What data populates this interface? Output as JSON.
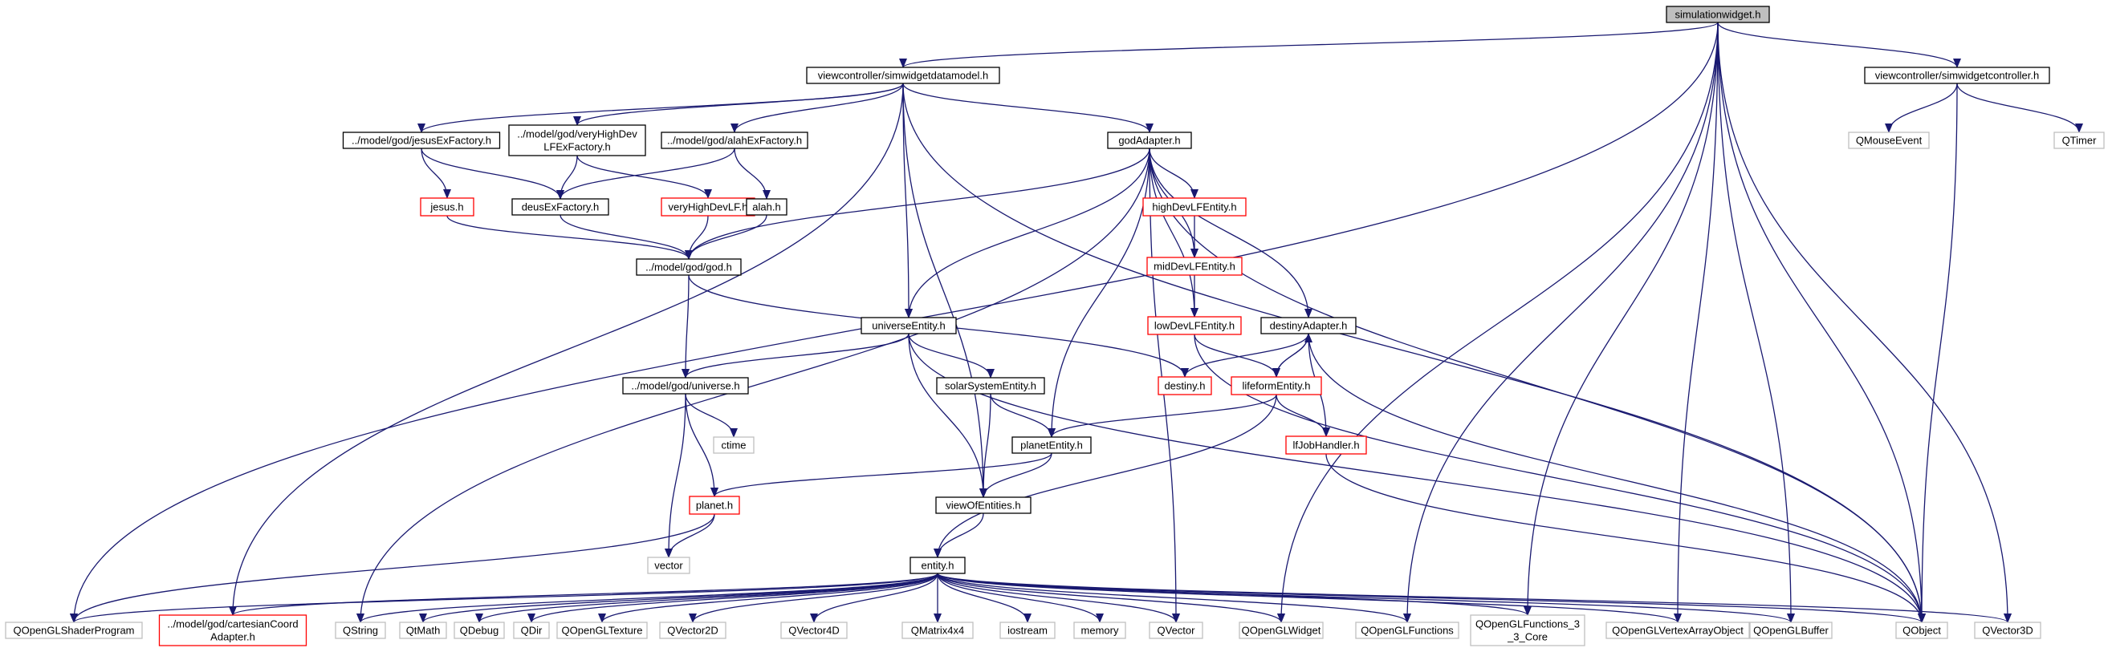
{
  "diagram": {
    "colors": {
      "edge": "#191970",
      "node_fill": "#ffffff",
      "root_fill": "#bfbfbf",
      "border_black": "#000000",
      "border_red": "#ff0000",
      "border_gray": "#bfbfbf"
    },
    "nodes": [
      {
        "id": "root",
        "lines": [
          "simulationwidget.h"
        ],
        "style": "root"
      },
      {
        "id": "datamodel",
        "lines": [
          "viewcontroller/simwidgetdatamodel.h"
        ],
        "style": "black"
      },
      {
        "id": "controller",
        "lines": [
          "viewcontroller/simwidgetcontroller.h"
        ],
        "style": "black"
      },
      {
        "id": "jesusEx",
        "lines": [
          "../model/god/jesusExFactory.h"
        ],
        "style": "black"
      },
      {
        "id": "veryHighEx",
        "lines": [
          "../model/god/veryHighDev",
          "LFExFactory.h"
        ],
        "style": "black"
      },
      {
        "id": "alahEx",
        "lines": [
          "../model/god/alahExFactory.h"
        ],
        "style": "black"
      },
      {
        "id": "godAdapter",
        "lines": [
          "godAdapter.h"
        ],
        "style": "black"
      },
      {
        "id": "QMouseEvent",
        "lines": [
          "QMouseEvent"
        ],
        "style": "gray"
      },
      {
        "id": "QTimer",
        "lines": [
          "QTimer"
        ],
        "style": "gray"
      },
      {
        "id": "jesus",
        "lines": [
          "jesus.h"
        ],
        "style": "red"
      },
      {
        "id": "deusEx",
        "lines": [
          "deusExFactory.h"
        ],
        "style": "black"
      },
      {
        "id": "veryHighDevLF",
        "lines": [
          "veryHighDevLF.h"
        ],
        "style": "red"
      },
      {
        "id": "alah",
        "lines": [
          "alah.h"
        ],
        "style": "black"
      },
      {
        "id": "highDevLF",
        "lines": [
          "highDevLFEntity.h"
        ],
        "style": "red"
      },
      {
        "id": "god",
        "lines": [
          "../model/god/god.h"
        ],
        "style": "black"
      },
      {
        "id": "midDevLF",
        "lines": [
          "midDevLFEntity.h"
        ],
        "style": "red"
      },
      {
        "id": "universeEntity",
        "lines": [
          "universeEntity.h"
        ],
        "style": "black"
      },
      {
        "id": "lowDevLF",
        "lines": [
          "lowDevLFEntity.h"
        ],
        "style": "red"
      },
      {
        "id": "destinyAdapter",
        "lines": [
          "destinyAdapter.h"
        ],
        "style": "black"
      },
      {
        "id": "universe",
        "lines": [
          "../model/god/universe.h"
        ],
        "style": "black"
      },
      {
        "id": "solarSystem",
        "lines": [
          "solarSystemEntity.h"
        ],
        "style": "black"
      },
      {
        "id": "destiny",
        "lines": [
          "destiny.h"
        ],
        "style": "red"
      },
      {
        "id": "lifeform",
        "lines": [
          "lifeformEntity.h"
        ],
        "style": "red"
      },
      {
        "id": "ctime",
        "lines": [
          "ctime"
        ],
        "style": "gray"
      },
      {
        "id": "planetEntity",
        "lines": [
          "planetEntity.h"
        ],
        "style": "black"
      },
      {
        "id": "lfJob",
        "lines": [
          "lfJobHandler.h"
        ],
        "style": "red"
      },
      {
        "id": "planet",
        "lines": [
          "planet.h"
        ],
        "style": "red"
      },
      {
        "id": "viewOfEntities",
        "lines": [
          "viewOfEntities.h"
        ],
        "style": "black"
      },
      {
        "id": "vector",
        "lines": [
          "vector"
        ],
        "style": "gray"
      },
      {
        "id": "entity",
        "lines": [
          "entity.h"
        ],
        "style": "black"
      },
      {
        "id": "QOpenGLShaderProgram",
        "lines": [
          "QOpenGLShaderProgram"
        ],
        "style": "gray"
      },
      {
        "id": "cartesian",
        "lines": [
          "../model/god/cartesianCoord",
          "Adapter.h"
        ],
        "style": "red"
      },
      {
        "id": "QString",
        "lines": [
          "QString"
        ],
        "style": "gray"
      },
      {
        "id": "QtMath",
        "lines": [
          "QtMath"
        ],
        "style": "gray"
      },
      {
        "id": "QDebug",
        "lines": [
          "QDebug"
        ],
        "style": "gray"
      },
      {
        "id": "QDir",
        "lines": [
          "QDir"
        ],
        "style": "gray"
      },
      {
        "id": "QOpenGLTexture",
        "lines": [
          "QOpenGLTexture"
        ],
        "style": "gray"
      },
      {
        "id": "QVector2D",
        "lines": [
          "QVector2D"
        ],
        "style": "gray"
      },
      {
        "id": "QVector4D",
        "lines": [
          "QVector4D"
        ],
        "style": "gray"
      },
      {
        "id": "QMatrix4x4",
        "lines": [
          "QMatrix4x4"
        ],
        "style": "gray"
      },
      {
        "id": "iostream",
        "lines": [
          "iostream"
        ],
        "style": "gray"
      },
      {
        "id": "memory",
        "lines": [
          "memory"
        ],
        "style": "gray"
      },
      {
        "id": "QVector",
        "lines": [
          "QVector"
        ],
        "style": "gray"
      },
      {
        "id": "QOpenGLWidget",
        "lines": [
          "QOpenGLWidget"
        ],
        "style": "gray"
      },
      {
        "id": "QOpenGLFunctions",
        "lines": [
          "QOpenGLFunctions"
        ],
        "style": "gray"
      },
      {
        "id": "QOpenGLFunctions_3_3",
        "lines": [
          "QOpenGLFunctions_3",
          "_3_Core"
        ],
        "style": "gray"
      },
      {
        "id": "QOpenGLVAO",
        "lines": [
          "QOpenGLVertexArrayObject"
        ],
        "style": "gray"
      },
      {
        "id": "QOpenGLBuffer",
        "lines": [
          "QOpenGLBuffer"
        ],
        "style": "gray"
      },
      {
        "id": "QObject",
        "lines": [
          "QObject"
        ],
        "style": "gray"
      },
      {
        "id": "QVector3D",
        "lines": [
          "QVector3D"
        ],
        "style": "gray"
      }
    ],
    "edges": [
      [
        "root",
        "datamodel"
      ],
      [
        "root",
        "controller"
      ],
      [
        "root",
        "QOpenGLShaderProgram"
      ],
      [
        "root",
        "QOpenGLWidget"
      ],
      [
        "root",
        "QOpenGLFunctions"
      ],
      [
        "root",
        "QOpenGLFunctions_3_3"
      ],
      [
        "root",
        "QOpenGLVAO"
      ],
      [
        "root",
        "QOpenGLBuffer"
      ],
      [
        "root",
        "QObject"
      ],
      [
        "root",
        "QVector3D"
      ],
      [
        "controller",
        "QMouseEvent"
      ],
      [
        "controller",
        "QTimer"
      ],
      [
        "controller",
        "QObject"
      ],
      [
        "datamodel",
        "jesusEx"
      ],
      [
        "datamodel",
        "veryHighEx"
      ],
      [
        "datamodel",
        "alahEx"
      ],
      [
        "datamodel",
        "godAdapter"
      ],
      [
        "datamodel",
        "universeEntity"
      ],
      [
        "datamodel",
        "viewOfEntities"
      ],
      [
        "datamodel",
        "QObject"
      ],
      [
        "datamodel",
        "cartesian"
      ],
      [
        "jesusEx",
        "jesus"
      ],
      [
        "jesusEx",
        "deusEx"
      ],
      [
        "veryHighEx",
        "deusEx"
      ],
      [
        "veryHighEx",
        "veryHighDevLF"
      ],
      [
        "alahEx",
        "deusEx"
      ],
      [
        "alahEx",
        "alah"
      ],
      [
        "jesus",
        "god"
      ],
      [
        "deusEx",
        "god"
      ],
      [
        "veryHighDevLF",
        "god"
      ],
      [
        "alah",
        "god"
      ],
      [
        "god",
        "universe"
      ],
      [
        "god",
        "destiny"
      ],
      [
        "godAdapter",
        "god"
      ],
      [
        "godAdapter",
        "highDevLF"
      ],
      [
        "godAdapter",
        "midDevLF"
      ],
      [
        "godAdapter",
        "lowDevLF"
      ],
      [
        "godAdapter",
        "destinyAdapter"
      ],
      [
        "godAdapter",
        "universeEntity"
      ],
      [
        "godAdapter",
        "planetEntity"
      ],
      [
        "godAdapter",
        "QVector"
      ],
      [
        "godAdapter",
        "QObject"
      ],
      [
        "godAdapter",
        "QString"
      ],
      [
        "highDevLF",
        "midDevLF"
      ],
      [
        "midDevLF",
        "lowDevLF"
      ],
      [
        "lowDevLF",
        "lifeform"
      ],
      [
        "lowDevLF",
        "QObject"
      ],
      [
        "destinyAdapter",
        "destiny"
      ],
      [
        "destinyAdapter",
        "lifeform"
      ],
      [
        "destinyAdapter",
        "lfJob"
      ],
      [
        "destinyAdapter",
        "QObject"
      ],
      [
        "lifeform",
        "destinyAdapter"
      ],
      [
        "lifeform",
        "lfJob"
      ],
      [
        "lifeform",
        "planetEntity"
      ],
      [
        "lifeform",
        "entity"
      ],
      [
        "lfJob",
        "QObject"
      ],
      [
        "universeEntity",
        "universe"
      ],
      [
        "universeEntity",
        "solarSystem"
      ],
      [
        "universeEntity",
        "viewOfEntities"
      ],
      [
        "universeEntity",
        "QObject"
      ],
      [
        "universe",
        "ctime"
      ],
      [
        "universe",
        "planet"
      ],
      [
        "universe",
        "vector"
      ],
      [
        "solarSystem",
        "planetEntity"
      ],
      [
        "solarSystem",
        "viewOfEntities"
      ],
      [
        "planetEntity",
        "planet"
      ],
      [
        "planetEntity",
        "viewOfEntities"
      ],
      [
        "planet",
        "vector"
      ],
      [
        "planet",
        "QOpenGLShaderProgram"
      ],
      [
        "viewOfEntities",
        "entity"
      ],
      [
        "entity",
        "QOpenGLShaderProgram"
      ],
      [
        "entity",
        "cartesian"
      ],
      [
        "entity",
        "QString"
      ],
      [
        "entity",
        "QtMath"
      ],
      [
        "entity",
        "QDebug"
      ],
      [
        "entity",
        "QDir"
      ],
      [
        "entity",
        "QOpenGLTexture"
      ],
      [
        "entity",
        "QVector2D"
      ],
      [
        "entity",
        "QVector4D"
      ],
      [
        "entity",
        "QMatrix4x4"
      ],
      [
        "entity",
        "iostream"
      ],
      [
        "entity",
        "memory"
      ],
      [
        "entity",
        "QVector"
      ],
      [
        "entity",
        "QOpenGLWidget"
      ],
      [
        "entity",
        "QOpenGLFunctions"
      ],
      [
        "entity",
        "QOpenGLFunctions_3_3"
      ],
      [
        "entity",
        "QOpenGLVAO"
      ],
      [
        "entity",
        "QOpenGLBuffer"
      ],
      [
        "entity",
        "QObject"
      ],
      [
        "entity",
        "QVector3D"
      ]
    ]
  }
}
